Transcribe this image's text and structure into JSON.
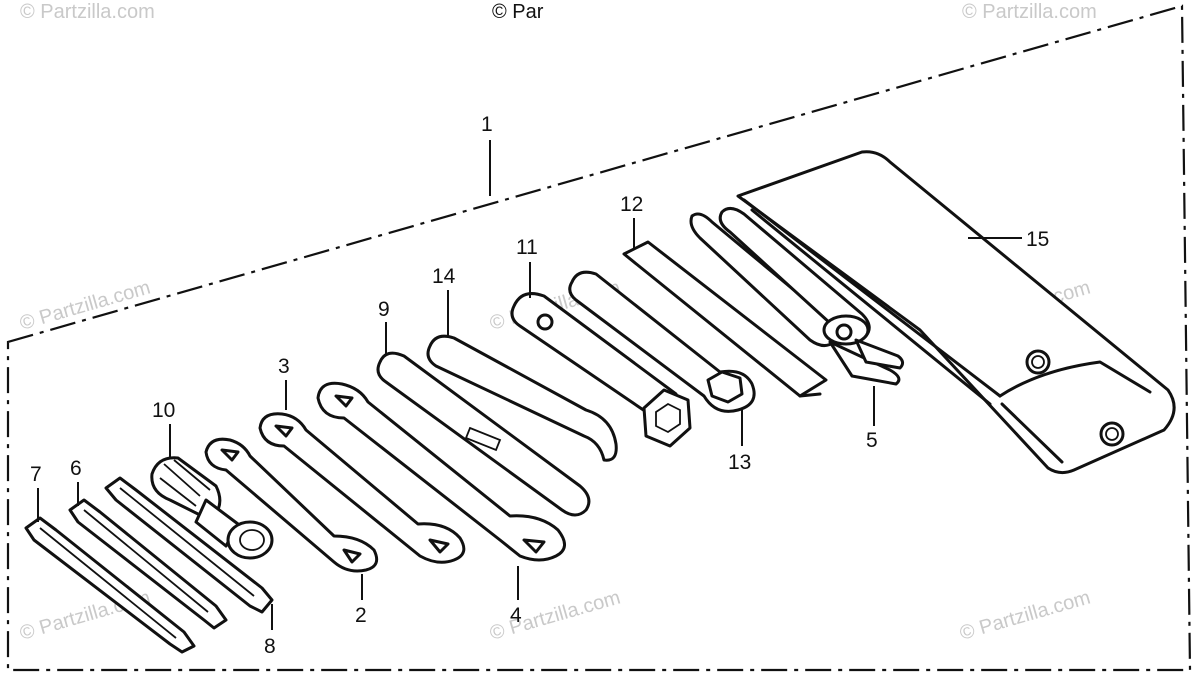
{
  "watermarks": {
    "top_center": "© Par",
    "repeated": "© Partzilla.com"
  },
  "callouts": [
    "1",
    "2",
    "3",
    "4",
    "5",
    "6",
    "7",
    "8",
    "9",
    "10",
    "11",
    "12",
    "13",
    "14",
    "15"
  ]
}
